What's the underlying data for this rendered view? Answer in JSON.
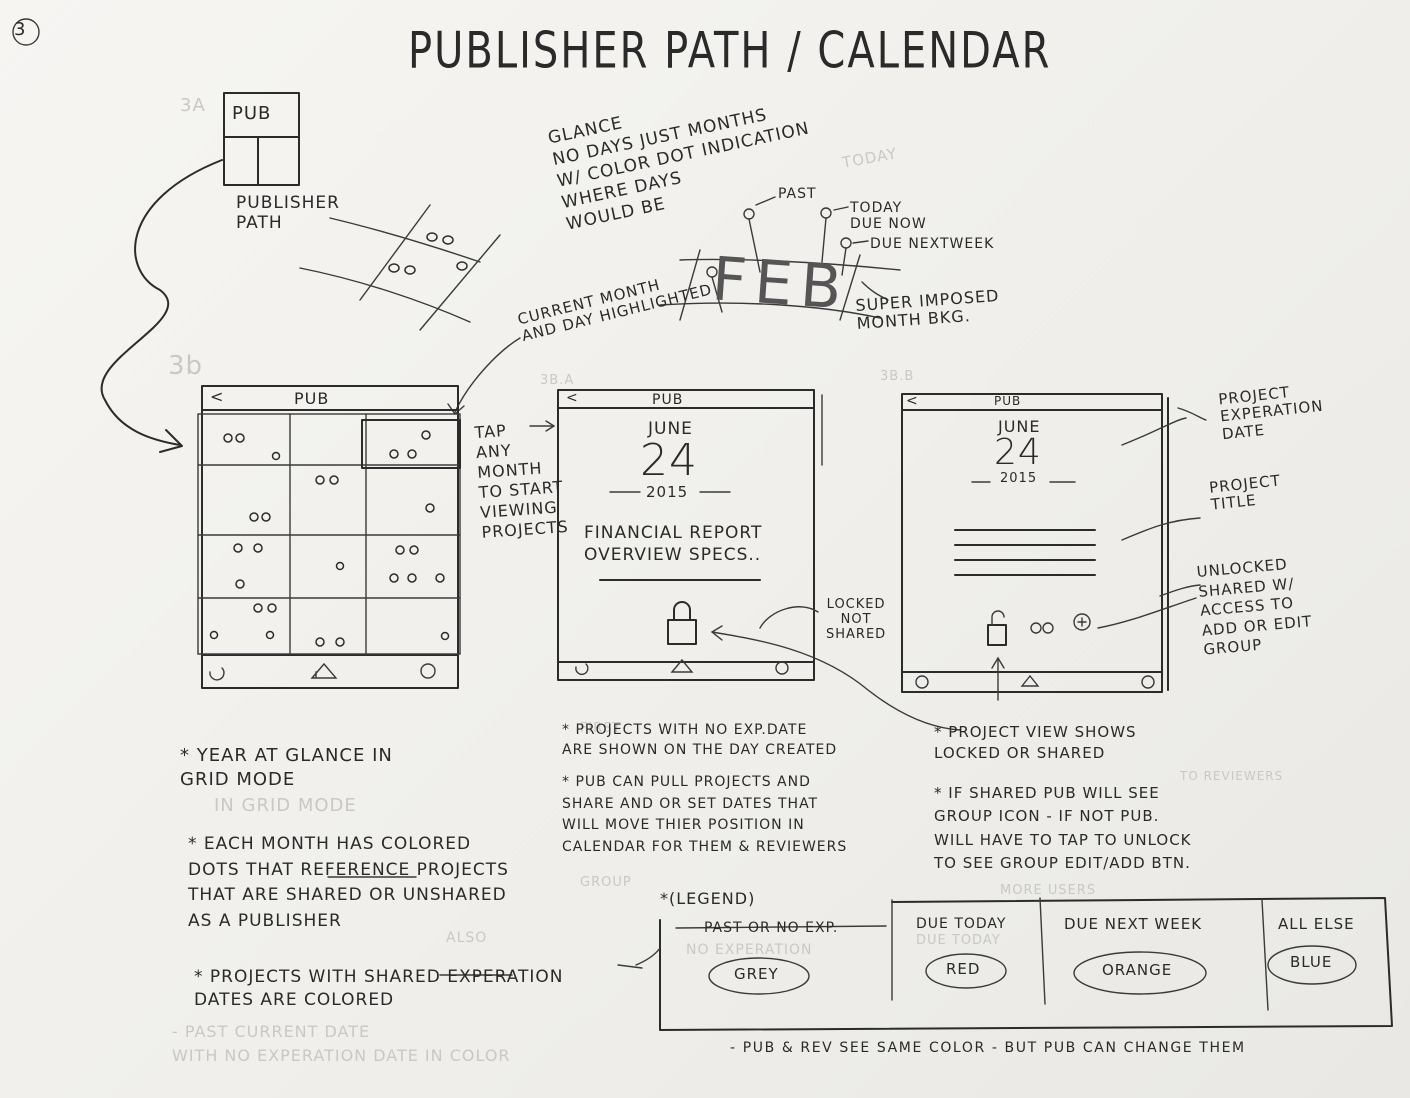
{
  "page_number": "3",
  "title": "PUBLISHER PATH / CALENDAR",
  "sketch_3a": {
    "label": "3A",
    "box_label": "PUB",
    "caption": "PUBLISHER PATH"
  },
  "glance_note": "GLANCE\nNO DAYS JUST MONTHS\nW/ COLOR DOT INDICATION\nWHERE DAYS\nWOULD BE",
  "today_ghost": "TODAY",
  "pins": {
    "past": "PAST",
    "today": "TODAY\nDUE NOW",
    "next_week": "DUE NEXTWEEK"
  },
  "month_background": {
    "letters": "FEB",
    "caption": "SUPER IMPOSED\nMONTH BKG."
  },
  "current_month_note": "CURRENT MONTH\nAND DAY HIGHLIGHTED",
  "sketch_3b": {
    "label": "3b",
    "header_back": "<",
    "header_title": "PUB"
  },
  "tap_note": "TAP\nANY\nMONTH\nTO START\nVIEWING\nPROJECTS",
  "sketch_3ba": {
    "label": "3b.A",
    "header_back": "<",
    "header_title": "PUB",
    "month": "JUNE",
    "day": "24",
    "year": "2015",
    "project_title": "FINANCIAL REPORT\nOVERVIEW SPECS.."
  },
  "locked_note": "LOCKED\nNOT\nSHARED",
  "sketch_3bb": {
    "label": "3b.B",
    "header_back": "<",
    "header_title": "PUB",
    "month": "JUNE",
    "day": "24",
    "year": "2015"
  },
  "right_notes": {
    "expiration": "PROJECT\nEXPERATION\nDATE",
    "title": "PROJECT\nTITLE",
    "unlocked": "UNLOCKED\nSHARED W/\nACCESS TO\nADD OR EDIT\nGROUP"
  },
  "left_notes": {
    "year_glance": "* YEAR AT GLANCE IN\nGRID MODE",
    "each_month": "* EACH MONTH HAS COLORED\nDOTS THAT REFERENCE PROJECTS\nTHAT ARE SHARED OR UNSHARED\nAS A PUBLISHER",
    "projects_with": "* PROJECTS WITH SHARED EXPERATION\nDATES ARE COLORED"
  },
  "ghost_notes": {
    "grid_mode": "IN GRID MODE",
    "past_current": "- PAST CURRENT DATE\nWITH NO EXPERATION DATE IN COLOR",
    "also": "ALSO",
    "first": "FIRST",
    "reviews": "TO REVIEWERS",
    "group": "GROUP",
    "more_users": "MORE USERS"
  },
  "middle_notes": {
    "no_exp": "* PROJECTS WITH NO EXP.DATE\nARE SHOWN ON THE DAY CREATED",
    "pub_can": "* PUB CAN PULL PROJECTS AND\nSHARE AND OR SET DATES THAT\nWILL MOVE THIER POSITION IN\nCALENDAR FOR THEM & REVIEWERS"
  },
  "project_view_notes": {
    "shows": "* PROJECT VIEW SHOWS\nLOCKED OR SHARED",
    "if_shared": "* IF SHARED PUB WILL SEE\nGROUP ICON - IF NOT PUB.\nWILL HAVE TO TAP TO UNLOCK\nTO SEE GROUP EDIT/ADD BTN."
  },
  "legend": {
    "heading": "*(LEGEND)",
    "columns": [
      {
        "label": "PAST OR NO EXP.",
        "color_word": "GREY",
        "ghost": "NO EXPERATION"
      },
      {
        "label": "DUE TODAY",
        "color_word": "RED",
        "ghost": "DUE TODAY"
      },
      {
        "label": "DUE NEXT WEEK",
        "color_word": "ORANGE",
        "ghost": ""
      },
      {
        "label": "ALL ELSE",
        "color_word": "BLUE",
        "ghost": ""
      }
    ]
  },
  "footer_note": "- PUB & REV SEE SAME COLOR - BUT PUB CAN CHANGE THEM"
}
